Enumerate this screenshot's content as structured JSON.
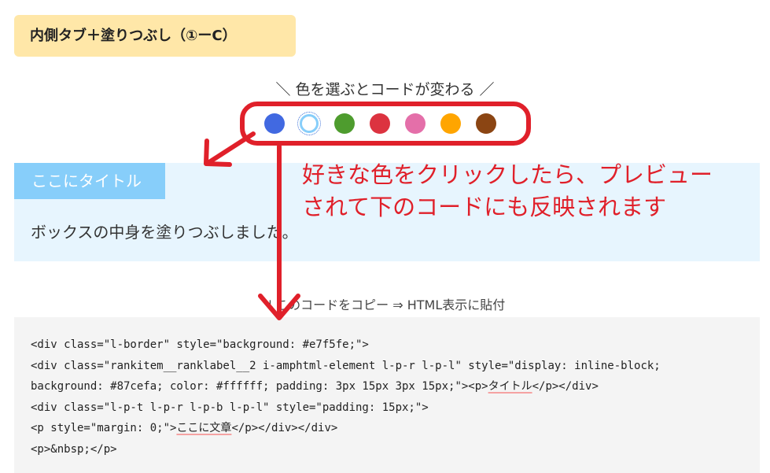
{
  "heading": {
    "label": "内側タブ＋塗りつぶし（①ーC）"
  },
  "picker": {
    "hint": "＼ 色を選ぶとコードが変わる ／",
    "colors": [
      {
        "name": "blue",
        "hex": "#4169e1"
      },
      {
        "name": "light-blue",
        "hex": "#87cefa",
        "selected": true
      },
      {
        "name": "green",
        "hex": "#4e9c2e"
      },
      {
        "name": "red",
        "hex": "#dc3340"
      },
      {
        "name": "pink",
        "hex": "#e46fa9"
      },
      {
        "name": "orange",
        "hex": "#ffa500"
      },
      {
        "name": "brown",
        "hex": "#8b4513"
      }
    ]
  },
  "preview": {
    "title": "ここにタイトル",
    "body": "ボックスの中身を塗りつぶしました。",
    "background": "#e7f5fe",
    "tab_color": "#87cefa"
  },
  "copy_label": "↓このコードをコピー ⇒ HTML表示に貼付",
  "code": {
    "l1": "<div class=\"l-border\" style=\"background: #e7f5fe;\">",
    "l2": "<div class=\"rankitem__ranklabel__2 i-amphtml-element l-p-r l-p-l\" style=\"display: inline-block;",
    "l3a": "background: #87cefa; color: #ffffff; padding: 3px 15px 3px 15px;\"><p>",
    "l3b": "タイトル",
    "l3c": "</p></div>",
    "l4": "<div class=\"l-p-t l-p-r l-p-b l-p-l\" style=\"padding: 15px;\">",
    "l5a": "<p style=\"margin: 0;\">",
    "l5b": "ここに文章",
    "l5c": "</p></div></div>",
    "l6": "<p>&nbsp;</p>"
  },
  "annotation": {
    "line1": "好きな色をクリックしたら、プレビュー",
    "line2": "されて下のコードにも反映されます",
    "color": "#e0202a"
  }
}
